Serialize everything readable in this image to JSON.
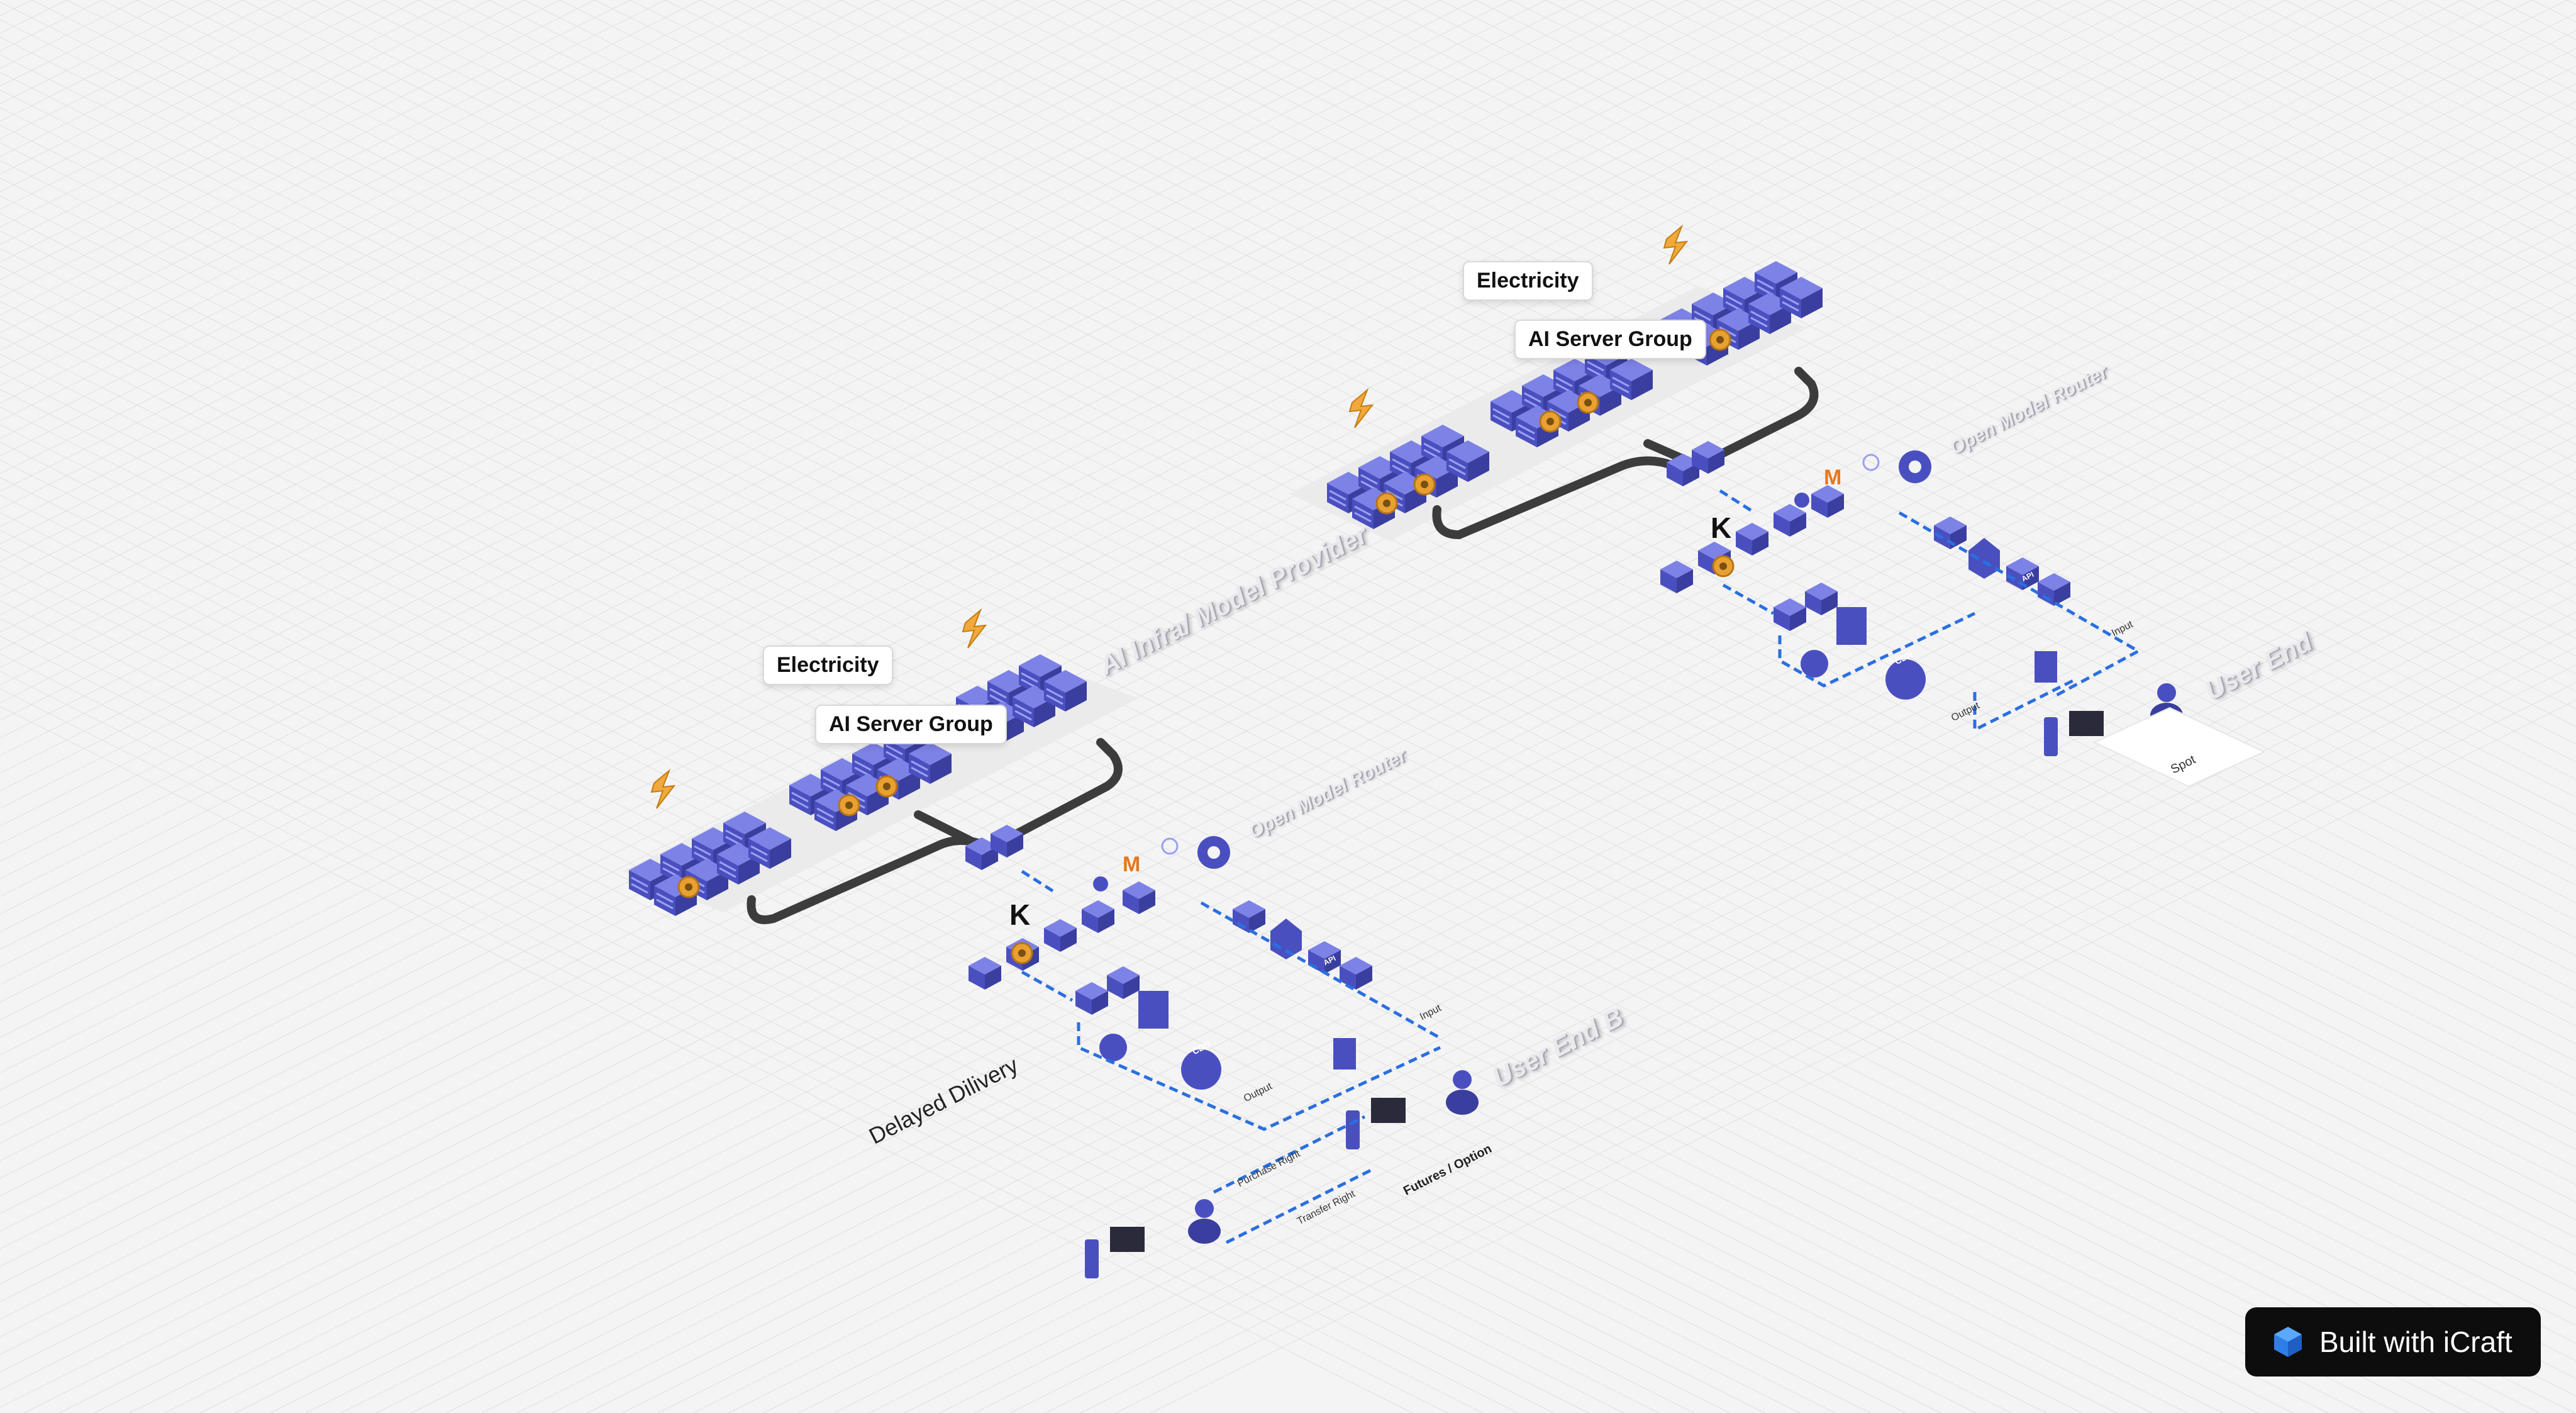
{
  "labels": {
    "electricity_right": "Electricity",
    "server_group_right": "AI Server Group",
    "electricity_left": "Electricity",
    "server_group_left": "AI Server Group",
    "ai_infra": "AI Infra/ Model Provider",
    "router_right": "Open Model Router",
    "router_left": "Open Model Router",
    "user_end": "User End",
    "user_end_b": "User End B",
    "spot": "Spot",
    "input_right": "Input",
    "output_right": "Output",
    "input_left": "Input",
    "output_left": "Output",
    "delayed_delivery": "Delayed Dilivery",
    "purchase_right": "Purchase Right",
    "transfer_right": "Transfer Right",
    "futures_option": "Futures / Option",
    "cdn_right": "CDN",
    "cdn_left": "CDN",
    "api_right": "API",
    "api_left": "API"
  },
  "badge": {
    "text": "Built with iCraft"
  },
  "colors": {
    "background": "#f4f4f4",
    "grid": "#dedede",
    "device_blue": "#4a4fc0",
    "device_dark": "#3a3e9e",
    "accent_orange": "#f0a020",
    "flow_blue": "#2a6fe0",
    "cable": "#3c3c3c"
  }
}
